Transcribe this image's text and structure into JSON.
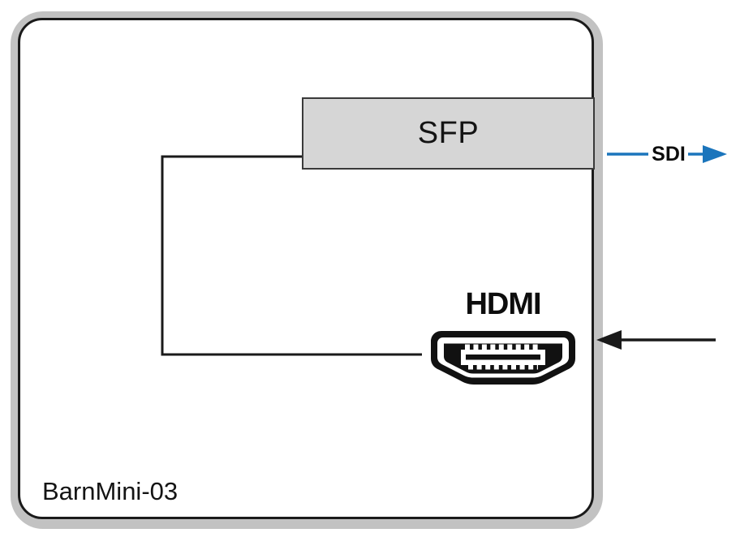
{
  "diagram": {
    "device_label": "BarnMini-03",
    "sfp_box_label": "SFP",
    "hdmi_port_label": "HDMI",
    "sdi_output_label": "SDI"
  },
  "icons": {
    "hdmi_port": "hdmi-port-icon",
    "sdi_output_arrow": "arrow-right-icon",
    "hdmi_input_arrow": "arrow-left-icon"
  },
  "colors": {
    "line": "#1a1a1a",
    "sdi_arrow_blue": "#1b75bc",
    "sfp_fill": "#d6d6d6",
    "sfp_border": "#3a3a3a",
    "device_outline_gray": "#c2c2c2",
    "background": "#ffffff"
  }
}
